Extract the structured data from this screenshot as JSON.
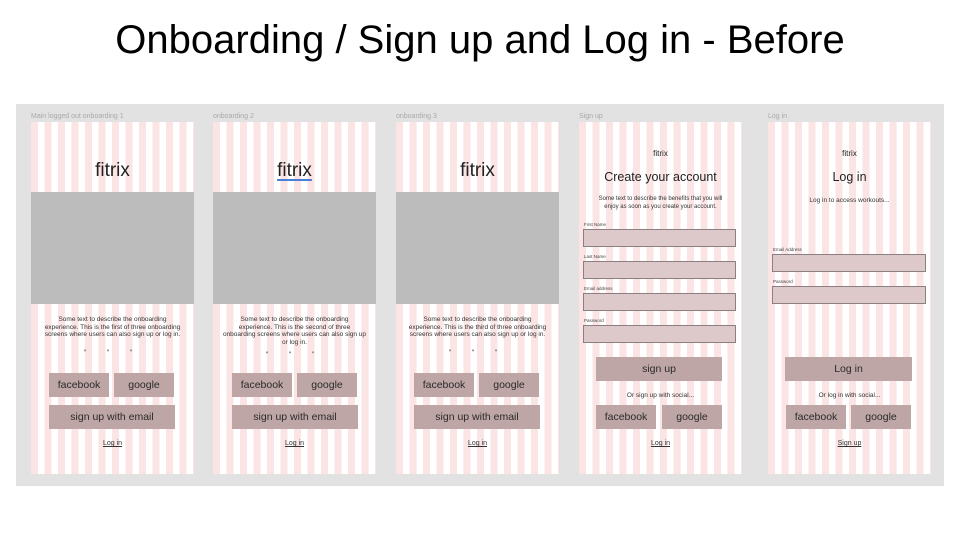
{
  "slide": {
    "title": "Onboarding / Sign up and Log in - Before"
  },
  "frames": {
    "onboarding1": {
      "label": "Main logged out onboarding 1",
      "brand": "fitrix",
      "desc": [
        "Some text to describe the onboarding",
        "experience. This is the first of three onboarding",
        "screens where users can also sign up or log in."
      ],
      "dots": "• • •",
      "facebook": "facebook",
      "google": "google",
      "email": "sign up with email",
      "login": "Log in"
    },
    "onboarding2": {
      "label": "onboarding 2",
      "brand": "fitrix",
      "desc": [
        "Some text to describe the onboarding",
        "experience. This is the second of three",
        "onboarding screens where users can also sign up",
        "or log in."
      ],
      "dots": "• • •",
      "facebook": "facebook",
      "google": "google",
      "email": "sign up with email",
      "login": "Log in"
    },
    "onboarding3": {
      "label": "onboarding 3",
      "brand": "fitrix",
      "desc": [
        "Some text to describe the onboarding",
        "experience. This is the third of three onboarding",
        "screens where users can also sign up or log in."
      ],
      "dots": "• • •",
      "facebook": "facebook",
      "google": "google",
      "email": "sign up with email",
      "login": "Log in"
    },
    "signup": {
      "label": "Sign up",
      "brand": "fitrix",
      "title": "Create your account",
      "desc": [
        "Some text to describe the benefits that you will",
        "enjoy as soon as you create your account."
      ],
      "fields": [
        "First Name",
        "Last Name",
        "Email address",
        "Password"
      ],
      "submit": "sign up",
      "social": "Or sign up with social...",
      "facebook": "facebook",
      "google": "google",
      "login": "Log in"
    },
    "login": {
      "label": "Log in",
      "brand": "fitrix",
      "title": "Log in",
      "desc": "Log in to access workouts...",
      "fields": [
        "Email Address",
        "Password"
      ],
      "submit": "Log in",
      "social": "Or log in with social...",
      "facebook": "facebook",
      "google": "google",
      "signup": "Sign up"
    }
  }
}
